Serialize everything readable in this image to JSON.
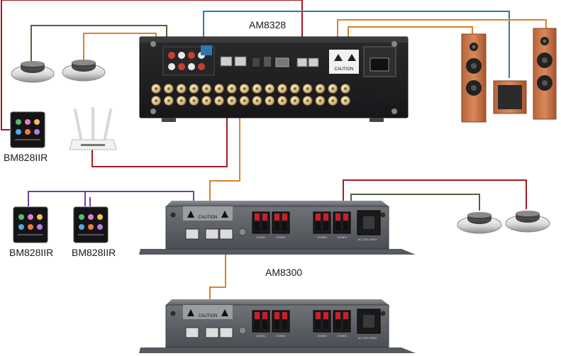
{
  "labels": {
    "am8328": "AM8328",
    "am8300": "AM8300",
    "panel_left_top": "BM828IIR",
    "panel_left_mid": "BM828IIR",
    "panel_mid_mid": "BM828IIR"
  },
  "amp_text": {
    "caution": "CAUTION",
    "zone1": "ZONE1",
    "zone2": "ZONE2",
    "zone3": "ZONE3",
    "zone4": "ZONE4",
    "power": "AC 220V 50Hz"
  },
  "wire_colors": {
    "red": "#a51b22",
    "blue": "#2b78b2",
    "orange": "#d4852c",
    "olive": "#55603a",
    "purple": "#7a3fa0"
  },
  "icons": {
    "ceiling_speaker": "ceiling-speaker-icon",
    "floor_speaker": "floor-speaker-icon",
    "subwoofer": "subwoofer-icon",
    "router": "wifi-router-icon",
    "control_panel": "touch-panel-icon"
  }
}
